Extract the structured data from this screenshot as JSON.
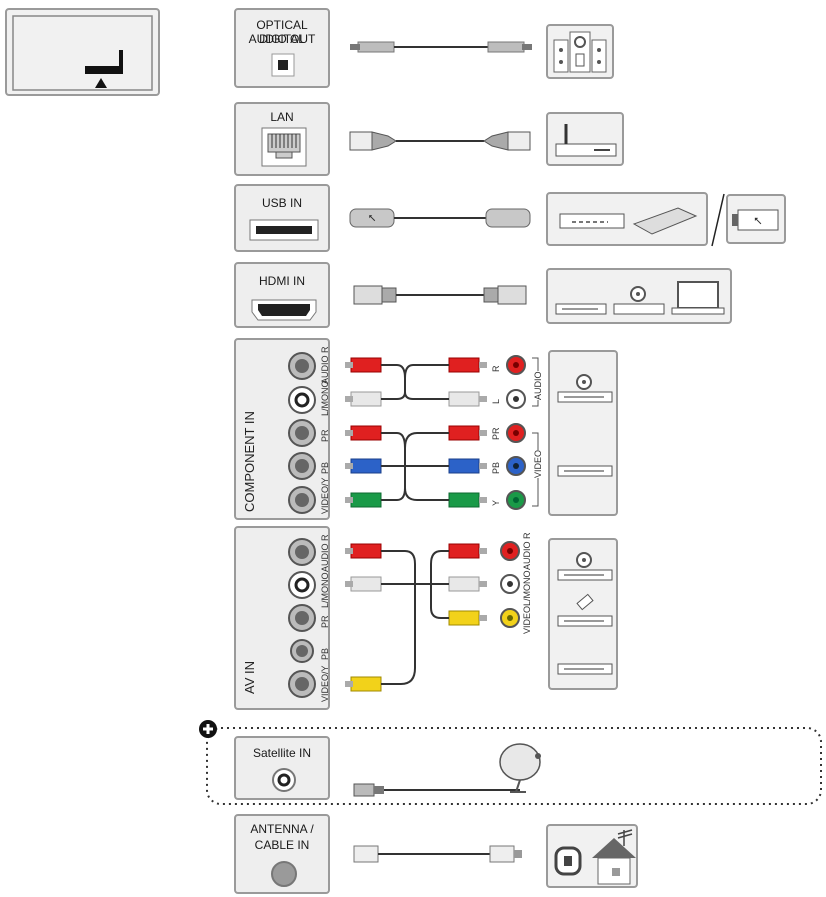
{
  "ports": {
    "optical": {
      "label_line1": "OPTICAL DIGITAL",
      "label_line2": "AUDIO OUT"
    },
    "lan": {
      "label": "LAN"
    },
    "usb": {
      "label": "USB IN"
    },
    "hdmi": {
      "label": "HDMI IN"
    },
    "component": {
      "label": "COMPONENT IN",
      "jacks": [
        "AUDIO R",
        "L/MONO",
        "PR",
        "PB",
        "VIDEO/Y"
      ],
      "device_jacks": [
        "R",
        "L",
        "PR",
        "PB",
        "Y"
      ],
      "group_audio": "AUDIO",
      "group_video": "VIDEO"
    },
    "av": {
      "label": "AV IN",
      "jacks": [
        "AUDIO R",
        "L/MONO",
        "PR",
        "PB",
        "VIDEO/Y"
      ],
      "device_jacks": [
        "AUDIO R",
        "L/MONO",
        "VIDEO"
      ]
    },
    "satellite": {
      "label": "Satellite IN"
    },
    "antenna": {
      "label_line1": "ANTENNA /",
      "label_line2": "CABLE IN"
    }
  },
  "icons": {
    "plus": "plus-circle-icon",
    "tv": "tv-rear-icon",
    "usb": "usb-symbol-icon"
  },
  "colors": {
    "red": "#e02020",
    "white": "#e6e6e6",
    "blue": "#2c62c8",
    "green": "#1a9a48",
    "yellow": "#f2d21a",
    "cable": "#333333",
    "panel_bg": "#eeeeee",
    "panel_border": "#9a9a9a"
  }
}
